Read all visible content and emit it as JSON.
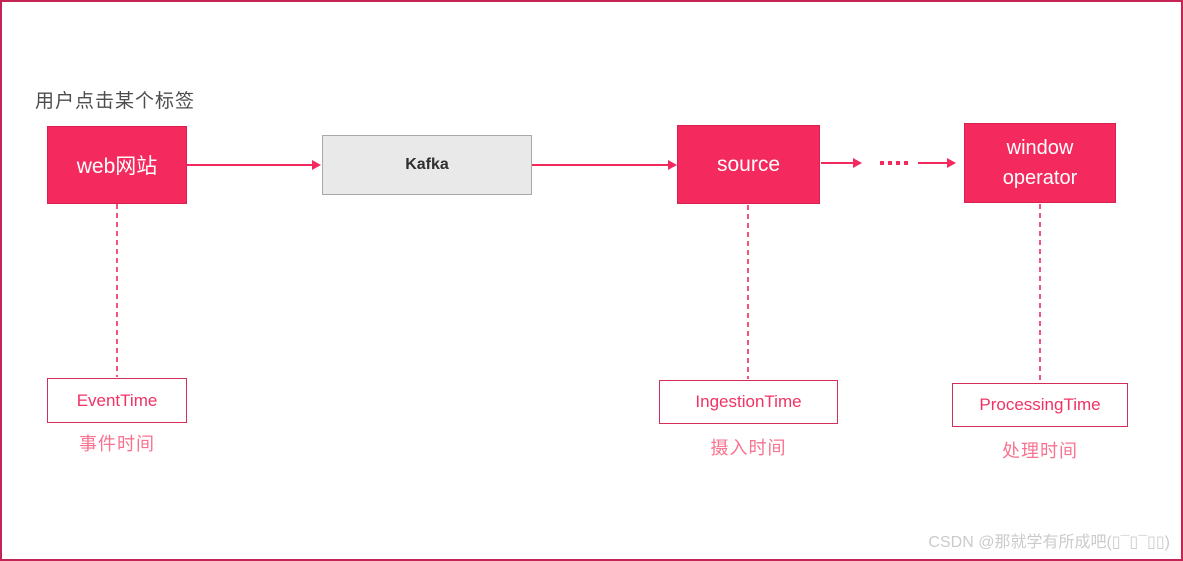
{
  "title": "用户点击某个标签",
  "flow": {
    "web_label": "web网站",
    "kafka_label": "Kafka",
    "source_label": "source",
    "window_label_line1": "window",
    "window_label_line2": "operator"
  },
  "time_markers": {
    "event": {
      "name": "EventTime",
      "caption": "事件时间"
    },
    "ingestion": {
      "name": "IngestionTime",
      "caption": "摄入时间"
    },
    "processing": {
      "name": "ProcessingTime",
      "caption": "处理时间"
    }
  },
  "watermark": {
    "text": "CSDN @那就学有所成吧(▯¯▯¯▯▯)"
  },
  "colors": {
    "accent": "#f42a5f",
    "frame_border": "#c32453",
    "node_border": "#d9204f",
    "kafka_bg": "#e9e9e9",
    "kafka_border": "#a9a9a9",
    "dashed_line": "#f3547a",
    "time_box_border": "#d42e58",
    "time_box_text": "#f03264",
    "caption_text": "#f8738f",
    "title_text": "#4d4d4d",
    "watermark_text": "#cbcbcb"
  }
}
